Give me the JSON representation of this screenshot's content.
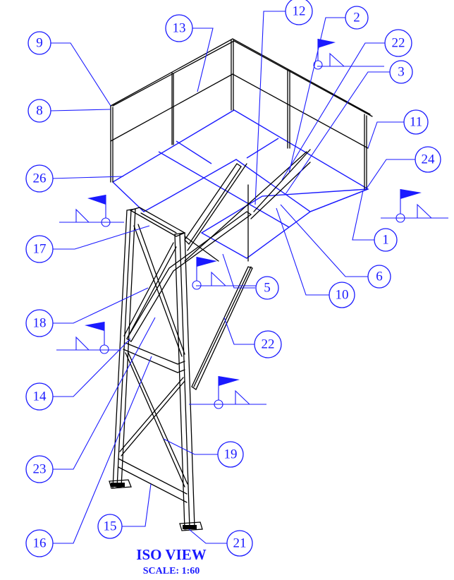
{
  "title": {
    "main": "ISO VIEW",
    "scale": "SCALE: 1:60"
  },
  "colors": {
    "annotation": "#1a1aff",
    "structure": "#000000"
  },
  "balloons": [
    {
      "id": "b12",
      "label": "12"
    },
    {
      "id": "b2",
      "label": "2"
    },
    {
      "id": "b13",
      "label": "13"
    },
    {
      "id": "b9",
      "label": "9"
    },
    {
      "id": "b22a",
      "label": "22"
    },
    {
      "id": "b3",
      "label": "3"
    },
    {
      "id": "b8",
      "label": "8"
    },
    {
      "id": "b11",
      "label": "11"
    },
    {
      "id": "b24",
      "label": "24"
    },
    {
      "id": "b26",
      "label": "26"
    },
    {
      "id": "b1",
      "label": "1"
    },
    {
      "id": "b17",
      "label": "17"
    },
    {
      "id": "b6",
      "label": "6"
    },
    {
      "id": "b5",
      "label": "5"
    },
    {
      "id": "b10",
      "label": "10"
    },
    {
      "id": "b18",
      "label": "18"
    },
    {
      "id": "b22b",
      "label": "22"
    },
    {
      "id": "b14",
      "label": "14"
    },
    {
      "id": "b19",
      "label": "19"
    },
    {
      "id": "b23",
      "label": "23"
    },
    {
      "id": "b15",
      "label": "15"
    },
    {
      "id": "b21",
      "label": "21"
    },
    {
      "id": "b16",
      "label": "16"
    }
  ]
}
